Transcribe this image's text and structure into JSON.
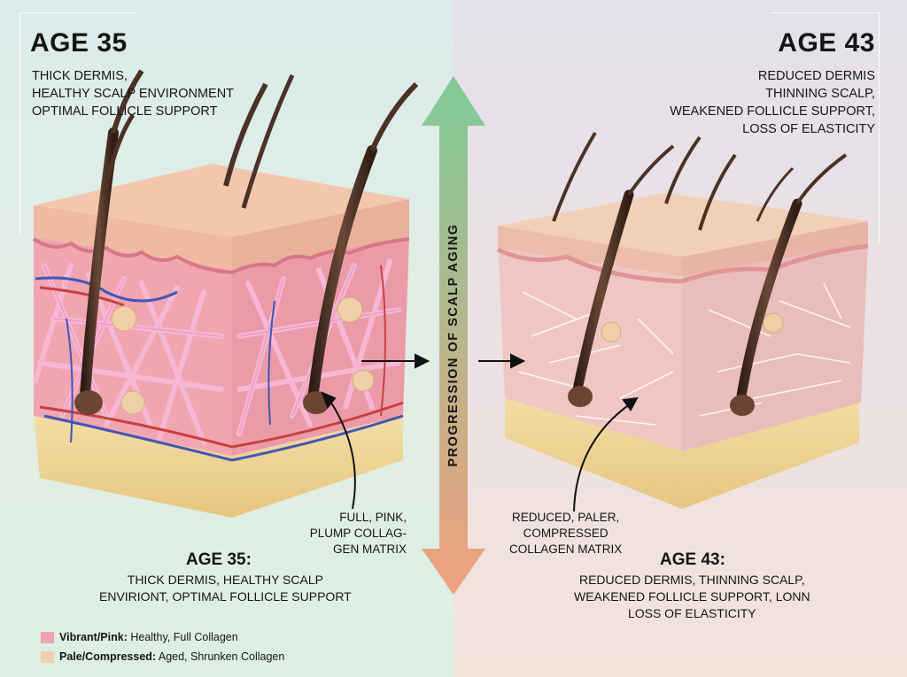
{
  "left_panel": {
    "title": "AGE 35",
    "description": [
      "THICK DERMIS,",
      "HEALTHY SCALP ENVIRONMENT",
      "OPTIMAL FOLLICLE SUPPORT"
    ],
    "callout": [
      "FULL, PINK,",
      "PLUMP COLLAG-",
      "GEN MATRIX"
    ],
    "caption_title": "AGE 35:",
    "caption": [
      "THICK DERMIS, HEALTHY SCALP",
      "ENVIRIONT, OPTIMAL FOLLICLE SUPPORT"
    ]
  },
  "right_panel": {
    "title": "AGE 43",
    "description": [
      "REDUCED DERMIS",
      "THINNING SCALP,",
      "WEAKENED FOLLICLE SUPPORT,",
      "LOSS OF ELASTICITY"
    ],
    "callout": [
      "REDUCED, PALER,",
      "COMPRESSED",
      "COLLAGEN MATRIX"
    ],
    "caption_title": "AGE 43:",
    "caption": [
      "REDUCED DERMIS, THINNING SCALP,",
      "WEAKENED FOLLICLE SUPPORT, LONN",
      "LOSS OF ELASTICITY"
    ]
  },
  "center_arrow": {
    "label": "PROGRESSION OF SCALP AGING",
    "color_top": "#7fcb98",
    "color_bottom": "#f0a07f"
  },
  "legend": [
    {
      "bold": "Vibrant/Pink:",
      "text": " Healthy, Full Collagen",
      "color": "#f0a3b3"
    },
    {
      "bold": "Pale/Compressed:",
      "text": " Aged, Shrunken Collagen",
      "color": "#efd1b0"
    }
  ],
  "colors": {
    "epidermis": "#f2c7ae",
    "dermis_healthy": "#f0a5b0",
    "dermis_aged": "#efc6c2",
    "fat_layer": "#efd699",
    "hair": "#4b3226",
    "vessel_red": "#c8403f",
    "vessel_blue": "#4156b5"
  }
}
